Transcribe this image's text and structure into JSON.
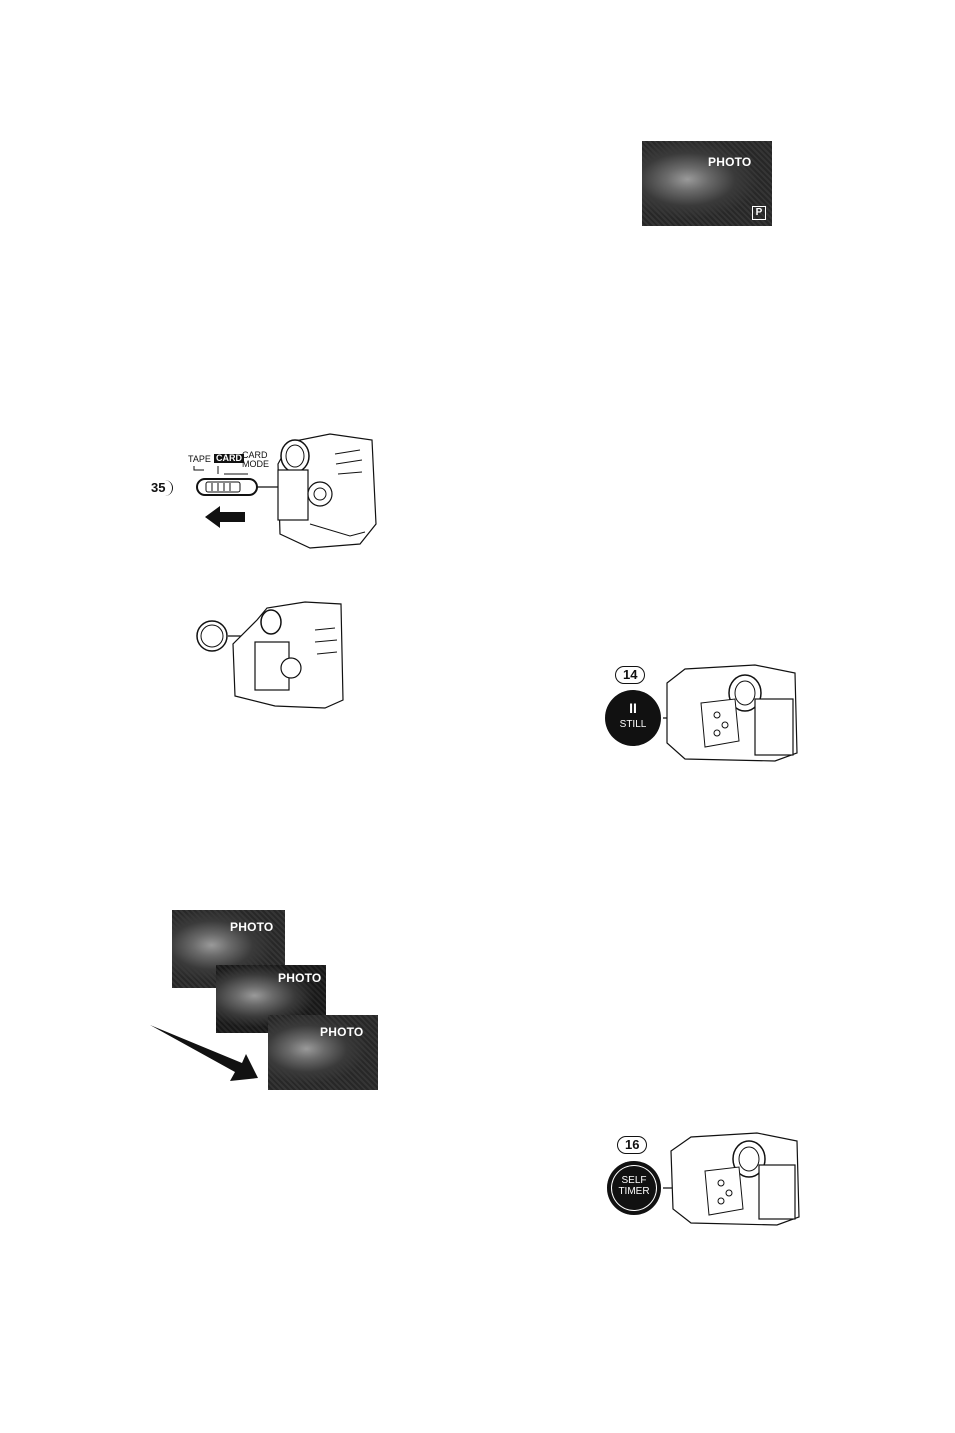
{
  "top_photo": {
    "label": "PHOTO",
    "badge": "P"
  },
  "mode_switch": {
    "ref_number": "35",
    "label_tape": "TAPE",
    "label_card": "CARD",
    "label_card_mode": "CARD MODE"
  },
  "still_button": {
    "ref_number": "14",
    "label": "STILL",
    "glyph": "II"
  },
  "photo_sequence": [
    {
      "label": "PHOTO"
    },
    {
      "label": "PHOTO"
    },
    {
      "label": "PHOTO"
    }
  ],
  "self_timer_button": {
    "ref_number": "16",
    "label_line1": "SELF",
    "label_line2": "TIMER"
  }
}
